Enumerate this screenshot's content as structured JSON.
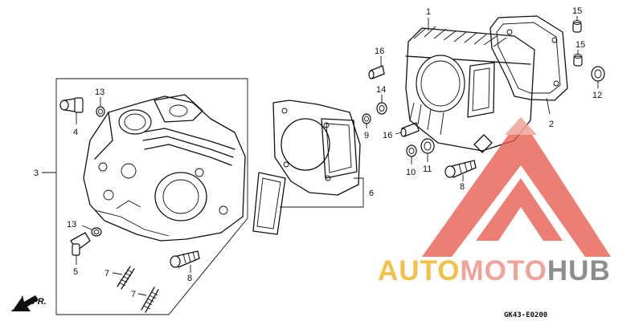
{
  "diagram": {
    "callouts": {
      "c1": "1",
      "c2": "2",
      "c3": "3",
      "c4": "4",
      "c5": "5",
      "c6": "6",
      "c7a": "7",
      "c7b": "7",
      "c8a": "8",
      "c8b": "8",
      "c9": "9",
      "c10": "10",
      "c11": "11",
      "c12": "12",
      "c13a": "13",
      "c13b": "13",
      "c14": "14",
      "c15a": "15",
      "c15b": "15",
      "c16a": "16",
      "c16b": "16"
    },
    "fr_label": "FR.",
    "part_code": "GK43-E0200"
  },
  "watermark": {
    "auto": "AUTO",
    "moto": "MOTO",
    "hub": "HUB",
    "colors": {
      "auto": "#f2c14a",
      "moto": "#f0a39a",
      "hub": "#8d8d8d",
      "logo": "#e8574a"
    }
  }
}
